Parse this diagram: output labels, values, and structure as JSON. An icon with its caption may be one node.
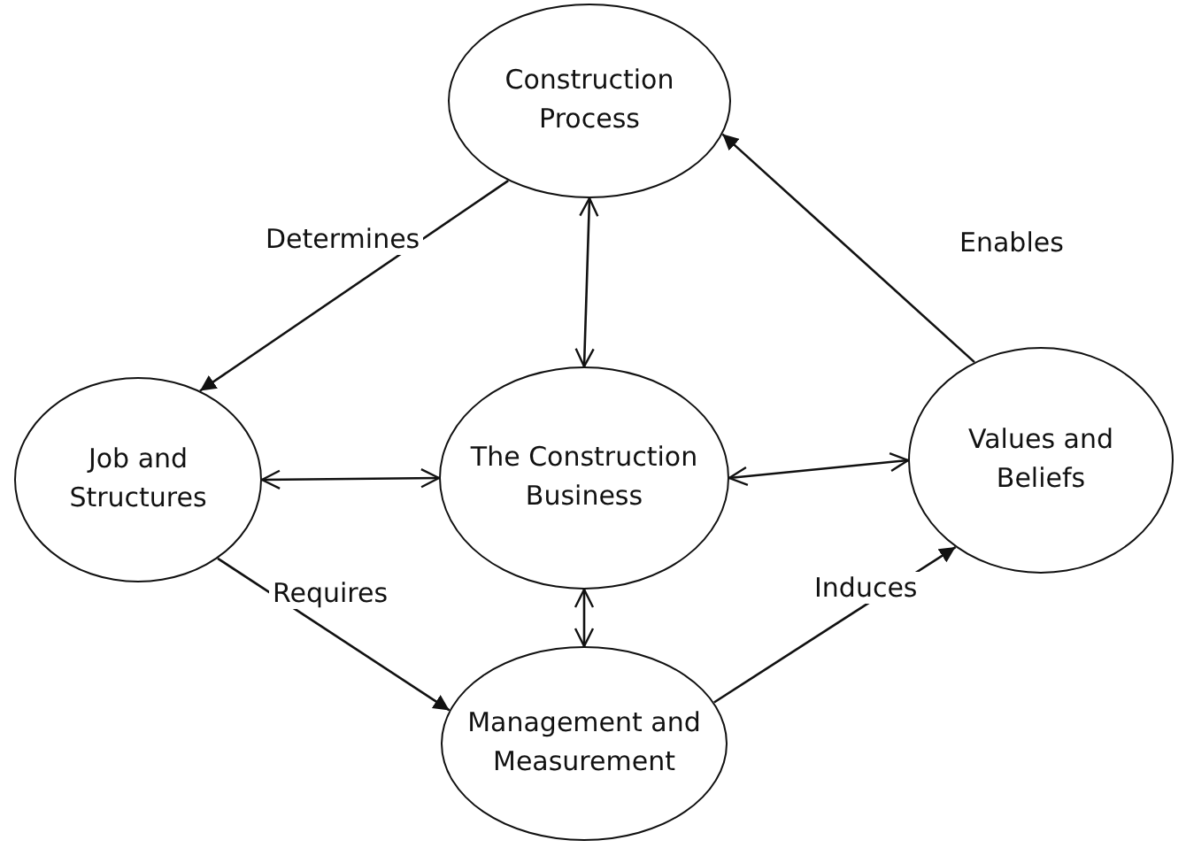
{
  "diagram": {
    "nodes": [
      {
        "text": [
          "Construction Process"
        ]
      },
      {
        "text": [
          "Job and Structures"
        ]
      },
      {
        "text": [
          "The Construction Business"
        ]
      },
      {
        "text": [
          "Values and Beliefs"
        ]
      },
      {
        "text": [
          "Management and Measurement"
        ]
      }
    ],
    "edges": [
      {
        "from": 0,
        "to": 1,
        "arrow": "to",
        "label": "Determines"
      },
      {
        "from": 1,
        "to": 4,
        "arrow": "to",
        "label": "Requires"
      },
      {
        "from": 4,
        "to": 3,
        "arrow": "to",
        "label": "Induces"
      },
      {
        "from": 3,
        "to": 0,
        "arrow": "to",
        "label": "Enables"
      },
      {
        "from": 0,
        "to": 2,
        "arrow": "both"
      },
      {
        "from": 1,
        "to": 2,
        "arrow": "both"
      },
      {
        "from": 2,
        "to": 3,
        "arrow": "both"
      },
      {
        "from": 2,
        "to": 4,
        "arrow": "both"
      }
    ]
  }
}
